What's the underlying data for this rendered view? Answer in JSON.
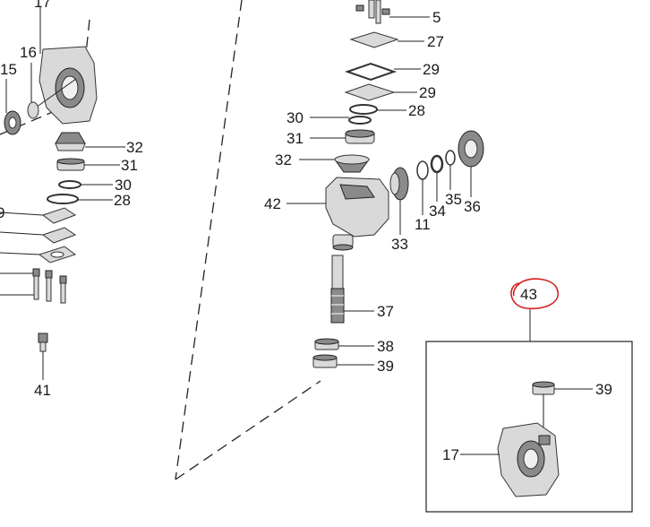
{
  "callouts": {
    "c17_top": "17",
    "c16": "16",
    "c15": "15",
    "c32_left": "32",
    "c31_left": "31",
    "c30_left": "30",
    "c28_left": "28",
    "c29_left": "9",
    "c41": "41",
    "c5": "5",
    "c27": "27",
    "c29a": "29",
    "c29b": "29",
    "c28_mid": "28",
    "c30_mid": "30",
    "c31_mid": "31",
    "c32_mid": "32",
    "c42": "42",
    "c33": "33",
    "c11": "11",
    "c34": "34",
    "c35": "35",
    "c36": "36",
    "c37": "37",
    "c38": "38",
    "c39_mid": "39",
    "c43": "43",
    "c39_box": "39",
    "c17_box": "17"
  },
  "colors": {
    "highlight_circle": "#d42020",
    "linework": "#222222"
  }
}
